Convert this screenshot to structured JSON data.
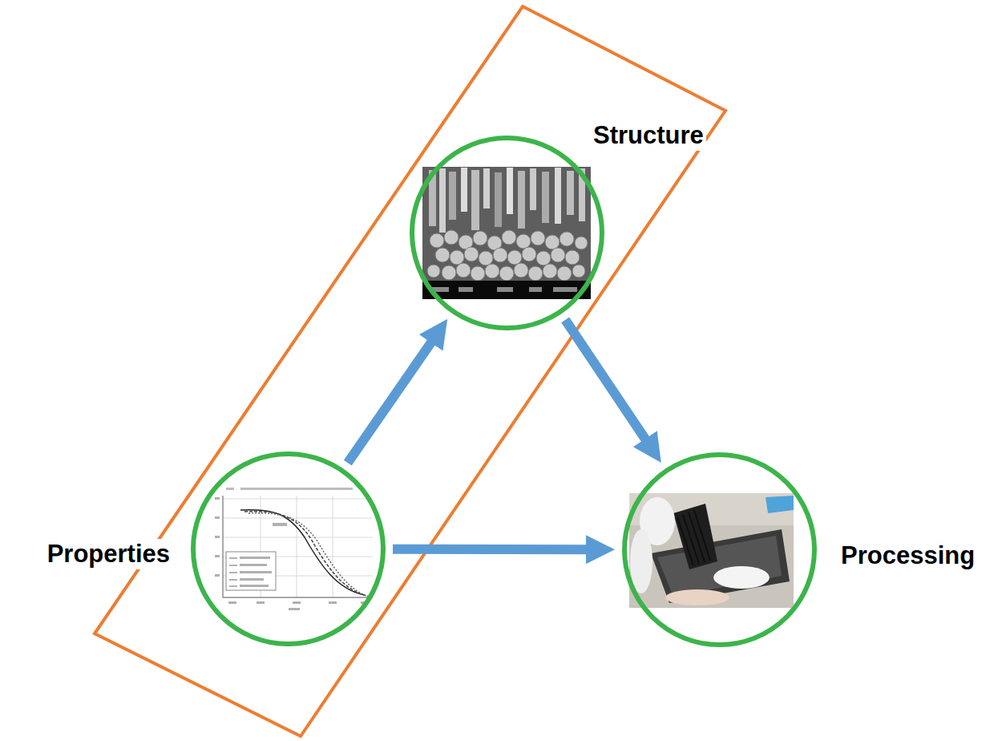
{
  "diagram": {
    "nodes": [
      {
        "text": [
          "Structure"
        ]
      },
      {
        "text": [
          "Properties"
        ]
      },
      {
        "text": [
          "Processing"
        ]
      }
    ],
    "edges": [
      {
        "from": 1,
        "to": 0,
        "arrow": "to"
      },
      {
        "from": 0,
        "to": 2,
        "arrow": "to"
      },
      {
        "from": 1,
        "to": 2,
        "arrow": "to"
      }
    ]
  }
}
